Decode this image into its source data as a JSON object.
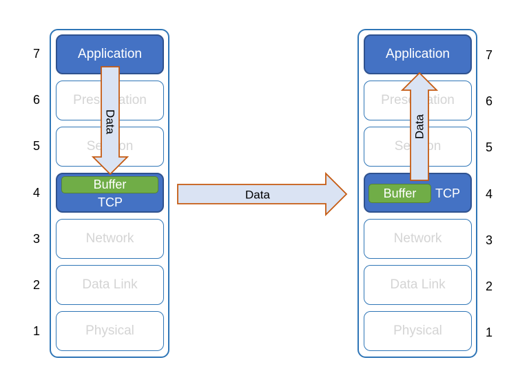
{
  "layer_numbers": [
    "7",
    "6",
    "5",
    "4",
    "3",
    "2",
    "1"
  ],
  "sender": {
    "layers": {
      "application": "Application",
      "presentation": "Presentation",
      "session": "Session",
      "network": "Network",
      "data_link": "Data Link",
      "physical": "Physical"
    },
    "buffer": "Buffer",
    "tcp": "TCP"
  },
  "receiver": {
    "layers": {
      "application": "Application",
      "presentation": "Presentation",
      "session": "Session",
      "network": "Network",
      "data_link": "Data Link",
      "physical": "Physical"
    },
    "buffer": "Buffer",
    "tcp": "TCP"
  },
  "arrows": {
    "sender_down": "Data",
    "transfer": "Data",
    "receiver_up": "Data"
  },
  "colors": {
    "active_layer": "#4472c4",
    "frame": "#2e75b6",
    "buffer": "#70ad47",
    "arrow_fill": "#dae3f3",
    "arrow_stroke": "#c55a11",
    "inactive_text": "#d4d4d4"
  }
}
